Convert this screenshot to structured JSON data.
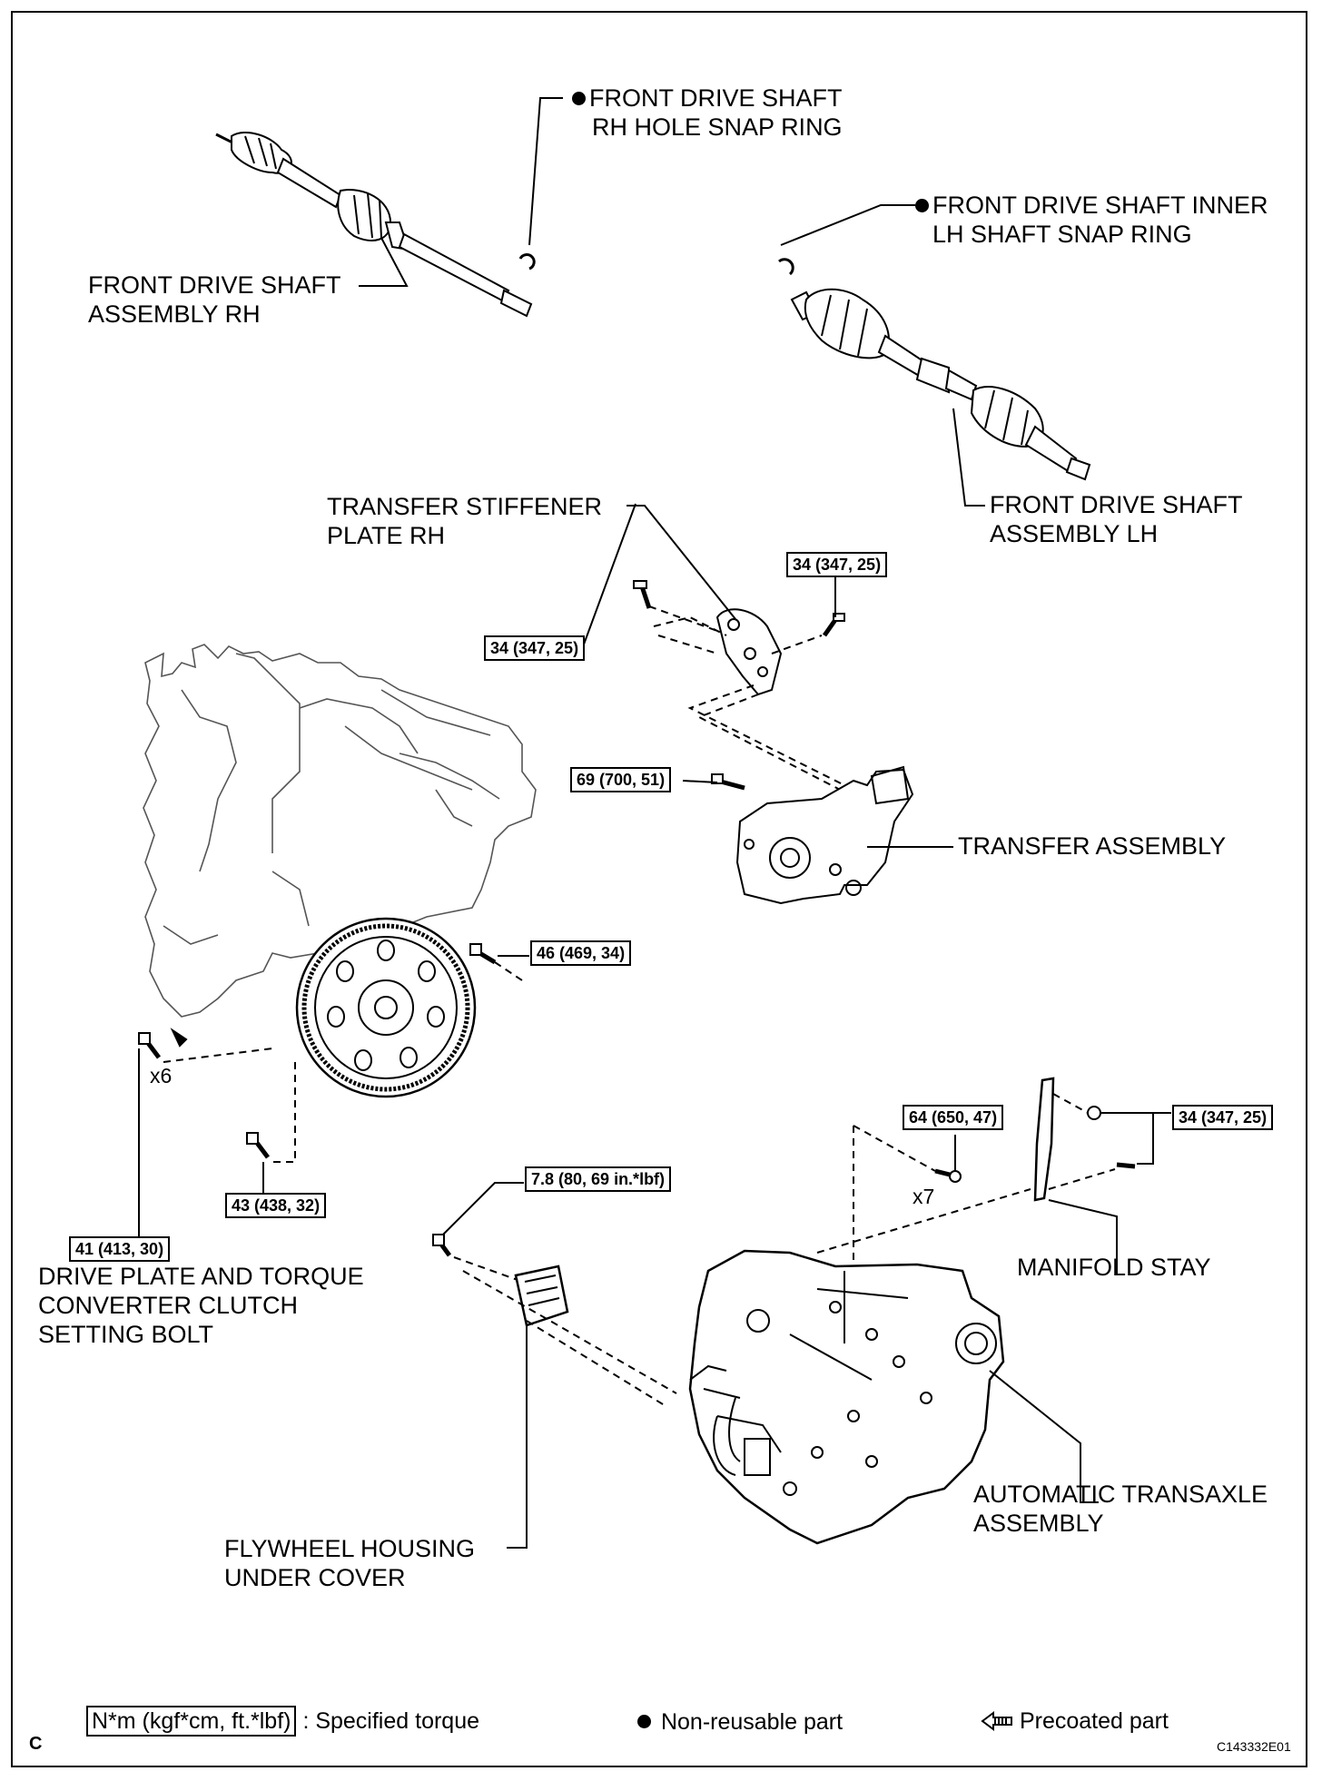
{
  "labels": {
    "snap_rh_l1": "FRONT DRIVE SHAFT",
    "snap_rh_l2": "RH HOLE SNAP RING",
    "snap_lh_l1": "FRONT DRIVE SHAFT INNER",
    "snap_lh_l2": "LH SHAFT SNAP RING",
    "shaft_rh_l1": "FRONT DRIVE SHAFT",
    "shaft_rh_l2": "ASSEMBLY RH",
    "shaft_lh_l1": "FRONT DRIVE SHAFT",
    "shaft_lh_l2": "ASSEMBLY LH",
    "stiffener_l1": "TRANSFER STIFFENER",
    "stiffener_l2": "PLATE RH",
    "transfer": "TRANSFER ASSEMBLY",
    "manifold_stay": "MANIFOLD STAY",
    "drive_plate_l1": "DRIVE PLATE AND TORQUE",
    "drive_plate_l2": "CONVERTER CLUTCH",
    "drive_plate_l3": "SETTING BOLT",
    "flywheel_l1": "FLYWHEEL HOUSING",
    "flywheel_l2": "UNDER COVER",
    "transaxle_l1": "AUTOMATIC TRANSAXLE",
    "transaxle_l2": "ASSEMBLY"
  },
  "torques": {
    "stiffener_right": "34 (347, 25)",
    "stiffener_left": "34 (347, 25)",
    "transfer_bolt": "69 (700, 51)",
    "flywheel_bolt": "46 (469, 34)",
    "lower_bolt": "43 (438, 32)",
    "drive_plate": "41 (413, 30)",
    "under_cover": "7.8 (80, 69 in.*lbf)",
    "transaxle_bolt": "64 (650, 47)",
    "manifold_stay": "34 (347, 25)"
  },
  "counts": {
    "drive_plate": "x6",
    "transaxle": "x7"
  },
  "legend": {
    "torque_box": "N*m (kgf*cm, ft.*lbf)",
    "torque_text": ": Specified torque",
    "nonreusable": "Non-reusable part",
    "precoated": "Precoated part"
  },
  "corner_letter": "C",
  "figure_id": "C143332E01"
}
